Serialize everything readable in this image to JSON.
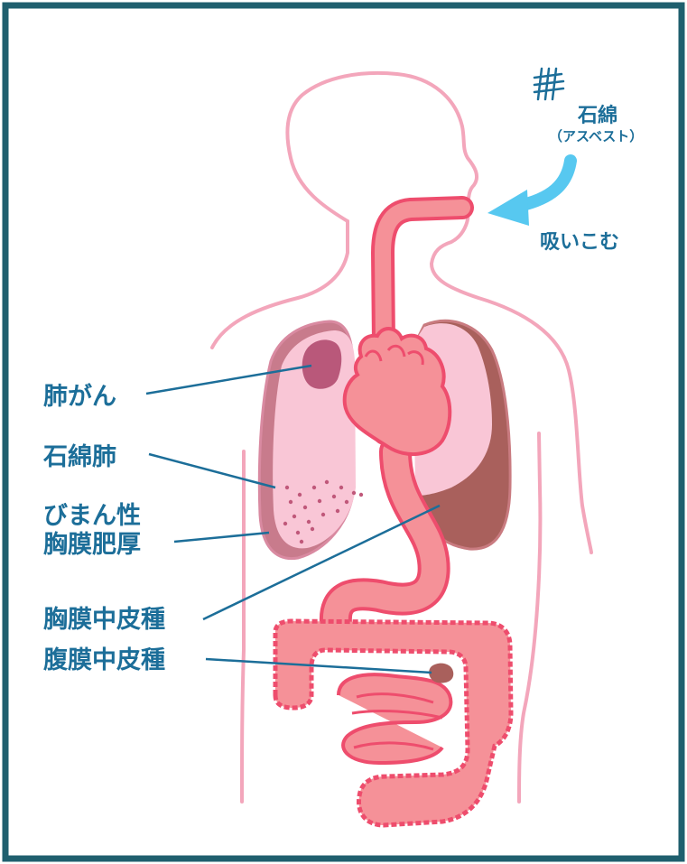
{
  "colors": {
    "frame": "#1f5f6e",
    "body_outline": "#f3a6bb",
    "organ_fill": "#f59198",
    "organ_stroke": "#ee4d6d",
    "lung_light": "#f9c6d6",
    "lung_dark": "#a9605c",
    "tumor": "#b9587a",
    "text": "#1c6e99",
    "leader_line": "#1c6e99",
    "arrow": "#57c8f0"
  },
  "asbestos": {
    "label": "石綿",
    "sublabel": "（アスベスト）",
    "icon": "asbestos-fibers-icon"
  },
  "inhale": {
    "label": "吸いこむ",
    "icon": "curved-arrow-icon"
  },
  "diseases": [
    {
      "label": "肺がん"
    },
    {
      "label": "石綿肺"
    },
    {
      "label": "びまん性"
    },
    {
      "label": "胸膜肥厚"
    },
    {
      "label": "胸膜中皮種"
    },
    {
      "label": "腹膜中皮種"
    }
  ]
}
